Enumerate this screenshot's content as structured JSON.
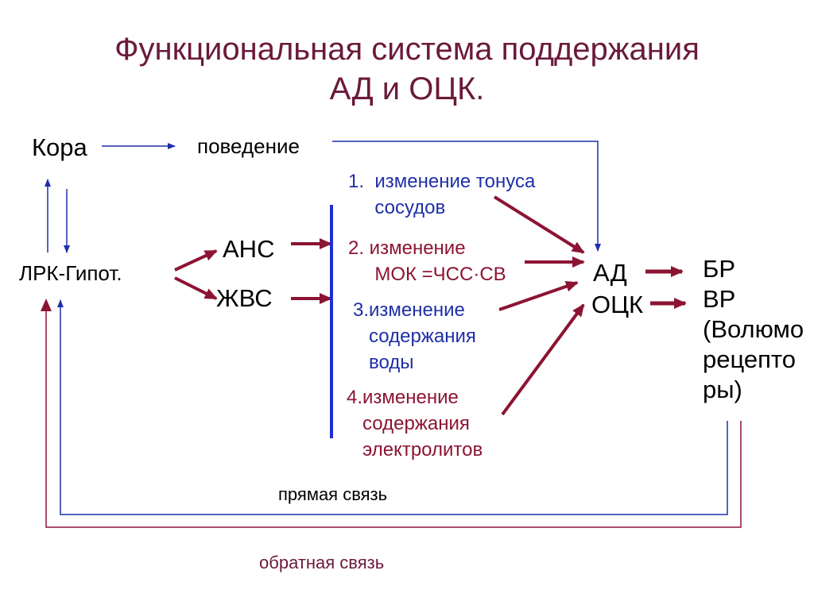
{
  "title": {
    "line1": "Функциональная система поддержания",
    "line2": "АД и ОЦК."
  },
  "nodes": {
    "cortex": "Кора",
    "behavior": "поведение",
    "hypothalamus": "ЛРК-Гипот.",
    "ans": "АНС",
    "endocrine": "ЖВС",
    "ad": "АД",
    "otsk": "ОЦК",
    "receptors": [
      "БР",
      "ВР",
      "(Волюмо",
      "рецепто",
      "ры)"
    ]
  },
  "effects": [
    {
      "lines": [
        "1.  изменение тонуса",
        "     сосудов"
      ],
      "color": "#1f2fa8"
    },
    {
      "lines": [
        "2. изменение",
        "     МОК =ЧСС·СВ"
      ],
      "color": "#8c1433"
    },
    {
      "lines": [
        "3.изменение",
        "   содержания",
        "   воды"
      ],
      "color": "#1f2fa8"
    },
    {
      "lines": [
        "4.изменение",
        "   содержания",
        "   электролитов"
      ],
      "color": "#8c1433"
    }
  ],
  "links": {
    "direct": "прямая связь",
    "feedback": "обратная связь"
  },
  "colors": {
    "title": "#6a1a3a",
    "blue": "#1f2fa8",
    "red": "#8c1433",
    "bar": "#1f2fd0"
  }
}
